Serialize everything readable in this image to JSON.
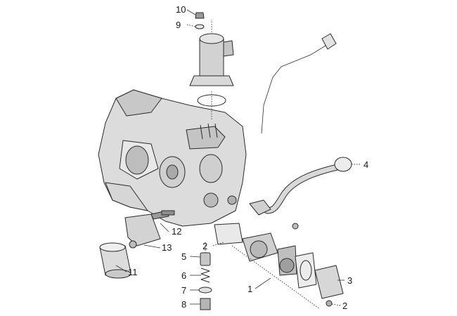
{
  "callouts": [
    {
      "id": "c10",
      "label": "10"
    },
    {
      "id": "c9",
      "label": "9"
    },
    {
      "id": "c4",
      "label": "4"
    },
    {
      "id": "c12",
      "label": "12"
    },
    {
      "id": "c2a",
      "label": "2"
    },
    {
      "id": "c13",
      "label": "13"
    },
    {
      "id": "c5",
      "label": "5"
    },
    {
      "id": "c11",
      "label": "11"
    },
    {
      "id": "c6",
      "label": "6"
    },
    {
      "id": "c3",
      "label": "3"
    },
    {
      "id": "c1",
      "label": "1"
    },
    {
      "id": "c7",
      "label": "7"
    },
    {
      "id": "c8",
      "label": "8"
    },
    {
      "id": "c2b",
      "label": "2"
    }
  ]
}
